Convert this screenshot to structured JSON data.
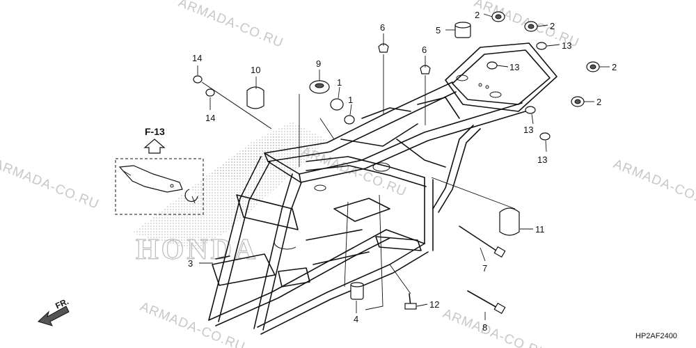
{
  "diagram": {
    "code": "HP2AF2400",
    "reference": {
      "label": "F-13"
    },
    "direction_label": "FR.",
    "watermarks": [
      "ARMADA-CO.RU",
      "ARMADA-CO.RU",
      "ARMADA-CO.RU",
      "ARMADA-CO.RU",
      "ARMADA-CO.RU",
      "ARMADA-CO.RU",
      "ARMADA-CO.RU"
    ],
    "brand_mark": "HONDA",
    "callouts": [
      {
        "label": "2"
      },
      {
        "label": "2"
      },
      {
        "label": "5"
      },
      {
        "label": "13"
      },
      {
        "label": "6"
      },
      {
        "label": "6"
      },
      {
        "label": "14"
      },
      {
        "label": "14"
      },
      {
        "label": "10"
      },
      {
        "label": "9"
      },
      {
        "label": "1"
      },
      {
        "label": "1"
      },
      {
        "label": "13"
      },
      {
        "label": "2"
      },
      {
        "label": "2"
      },
      {
        "label": "13"
      },
      {
        "label": "13"
      },
      {
        "label": "11"
      },
      {
        "label": "7"
      },
      {
        "label": "3"
      },
      {
        "label": "12"
      },
      {
        "label": "4"
      },
      {
        "label": "8"
      }
    ]
  }
}
